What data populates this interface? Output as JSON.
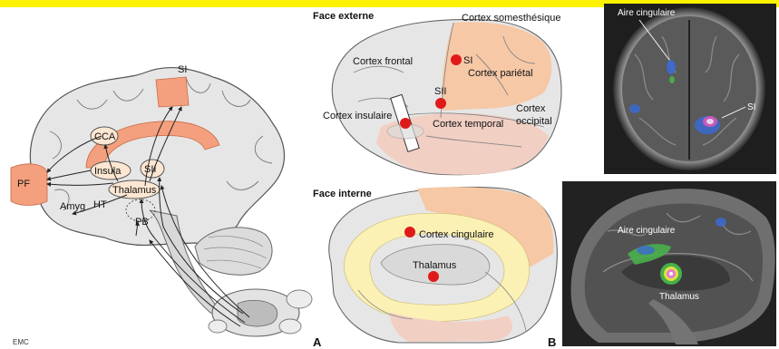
{
  "colors": {
    "top_bar": "#fff200",
    "cortex_grey": "#e6e6e6",
    "salmon": "#f4a07e",
    "pain_zone": "#f6c8a6",
    "temporal_pink": "#f2cfc3",
    "cingulate_yellow": "#fbf1b4",
    "red_dot": "#e01a1a",
    "mri_bg": "#1e1e1e"
  },
  "panel_a": {
    "labels": {
      "si": "SI",
      "cca": "CCA",
      "pf": "PF",
      "insula": "Insula",
      "sii": "SII",
      "thalamus": "Thalamus",
      "amyg": "Amyg",
      "ht": "HT",
      "pb": "PB"
    },
    "credit": "EMC",
    "panel_letter": "A"
  },
  "panel_b": {
    "face_externe": {
      "title": "Face externe",
      "labels": {
        "somesthesique": "Cortex somesthésique",
        "frontal": "Cortex frontal",
        "si": "SI",
        "parietal": "Cortex pariétal",
        "sii": "SII",
        "insulaire": "Cortex insulaire",
        "temporal": "Cortex temporal",
        "occipital_1": "Cortex",
        "occipital_2": "occipital"
      }
    },
    "face_interne": {
      "title": "Face interne",
      "labels": {
        "cingulaire": "Cortex cingulaire",
        "thalamus": "Thalamus"
      }
    },
    "panel_letter": "B"
  },
  "mri": {
    "axial": {
      "aire_cingulaire": "Aire cingulaire",
      "si": "SI"
    },
    "sagittal": {
      "aire_cingulaire": "Aire cingulaire",
      "thalamus": "Thalamus"
    }
  }
}
